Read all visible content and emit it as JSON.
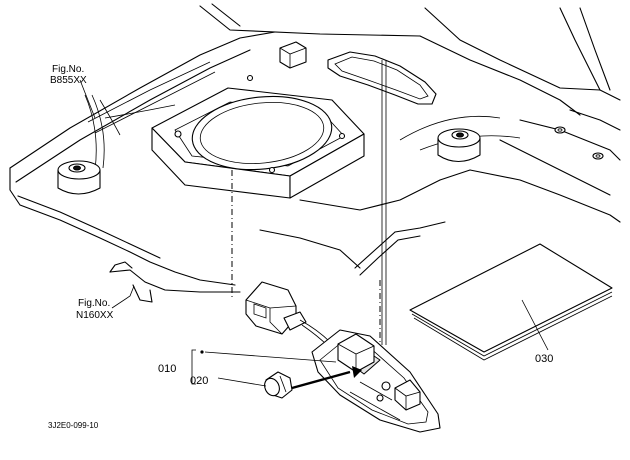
{
  "callouts": {
    "fig_b855": {
      "line1": "Fig.No.",
      "line2": "B855XX"
    },
    "fig_n160": {
      "line1": "Fig.No.",
      "line2": "N160XX"
    }
  },
  "parts": {
    "p010": "010",
    "p020": "020",
    "p030": "030"
  },
  "drawing_code": "3J2E0-099-10"
}
